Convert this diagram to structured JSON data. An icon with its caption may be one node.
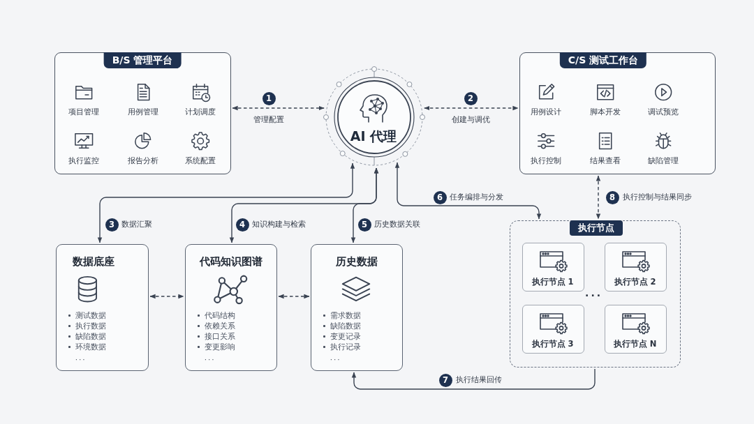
{
  "diagram": {
    "nodes": [
      {
        "text": [
          "B/S 管理平台",
          "项目管理",
          "用例管理",
          "计划调度",
          "执行监控",
          "报告分析",
          "系统配置"
        ]
      },
      {
        "text": [
          "AI 代理"
        ]
      },
      {
        "text": [
          "C/S 测试工作台",
          "用例设计",
          "脚本开发",
          "调试预览",
          "执行控制",
          "结果查看",
          "缺陷管理"
        ]
      },
      {
        "text": [
          "数据底座",
          "测试数据",
          "执行数据",
          "缺陷数据",
          "环境数据",
          "···"
        ]
      },
      {
        "text": [
          "代码知识图谱",
          "代码结构",
          "依赖关系",
          "接口关系",
          "变更影响",
          "···"
        ]
      },
      {
        "text": [
          "历史数据",
          "需求数据",
          "缺陷数据",
          "变更记录",
          "执行记录",
          "···"
        ]
      },
      {
        "text": [
          "执行节点",
          "···"
        ]
      },
      {
        "text": [
          "执行节点 1"
        ],
        "in": 6
      },
      {
        "text": [
          "执行节点 2"
        ],
        "in": 6
      },
      {
        "text": [
          "执行节点 3"
        ],
        "in": 6
      },
      {
        "text": [
          "执行节点 N"
        ],
        "in": 6
      }
    ],
    "edges": [
      {
        "from": 0,
        "to": 1,
        "arrow": "both",
        "style": "dashed",
        "label": "管理配置"
      },
      {
        "from": 1,
        "to": 2,
        "arrow": "both",
        "style": "dashed",
        "label": "创建与调优"
      },
      {
        "from": 1,
        "to": 3,
        "arrow": "both",
        "label": "数据汇聚"
      },
      {
        "from": 1,
        "to": 4,
        "arrow": "both",
        "label": "知识构建与检索"
      },
      {
        "from": 1,
        "to": 5,
        "arrow": "both",
        "label": "历史数据关联"
      },
      {
        "from": 1,
        "to": 6,
        "arrow": "both",
        "label": "任务编排与分发"
      },
      {
        "from": 6,
        "to": 5,
        "arrow": "to",
        "label": "执行结果回传"
      },
      {
        "from": 2,
        "to": 6,
        "arrow": "both",
        "style": "dashed",
        "label": "执行控制与结果同步"
      },
      {
        "from": 3,
        "to": 4,
        "arrow": "both",
        "style": "dashed"
      },
      {
        "from": 4,
        "to": 5,
        "arrow": "both",
        "style": "dashed"
      }
    ],
    "labels": [
      "1",
      "2",
      "6",
      "8",
      "3",
      "4",
      "5",
      "7"
    ]
  }
}
